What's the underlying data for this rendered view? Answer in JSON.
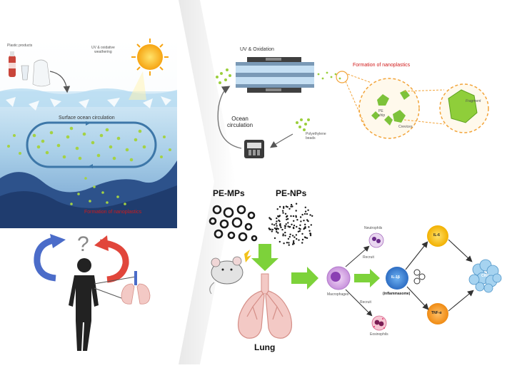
{
  "left_panel": {
    "plastic_products": "Plastic products",
    "uv_weathering": "UV & oxidative\nweathering",
    "surface_circulation": "Surface ocean circulation",
    "formation_nanoplastics": "Formation of nanoplastics",
    "question_mark": "?"
  },
  "top_right": {
    "uv_oxidation": "UV & Oxidation",
    "formation_nanoplastics": "Formation of nanoplastics",
    "ocean_circulation": "Ocean\ncirculation",
    "polyethylene_beads": "Polyethylene\nbeads",
    "fragment": "Fragment",
    "pe_chip": "PE\nchip",
    "crevices": "Crevices"
  },
  "bottom_right": {
    "pe_mps": "PE-MPs",
    "pe_nps": "PE-NPs",
    "lung": "Lung",
    "neutrophils": "Neutrophils",
    "recruit_top": "Recruit",
    "recruit_bottom": "Recruit",
    "macrophages": "Macrophages",
    "il1b": "IL-1β",
    "inflammasome": "(inflammasome)",
    "il6": "IL-6",
    "tnfa": "TNF-α",
    "crp": "CRP",
    "eosinophils": "Eosinophils"
  },
  "colors": {
    "ocean_light": "#cfe6f5",
    "ocean_dark": "#2b4f86",
    "particle_green": "#9bcf3c",
    "arrow_green": "#7dd23a",
    "lung_pink": "#f3c9c5",
    "il6_yellow": "#f7c21b",
    "tnf_orange": "#f59a1b",
    "il1b_blue": "#3a7fd4",
    "crp_blue": "#8ec5ea",
    "arrow_red": "#e1463b",
    "arrow_blue": "#4b6cc9",
    "formation_red": "#d11a1a"
  }
}
